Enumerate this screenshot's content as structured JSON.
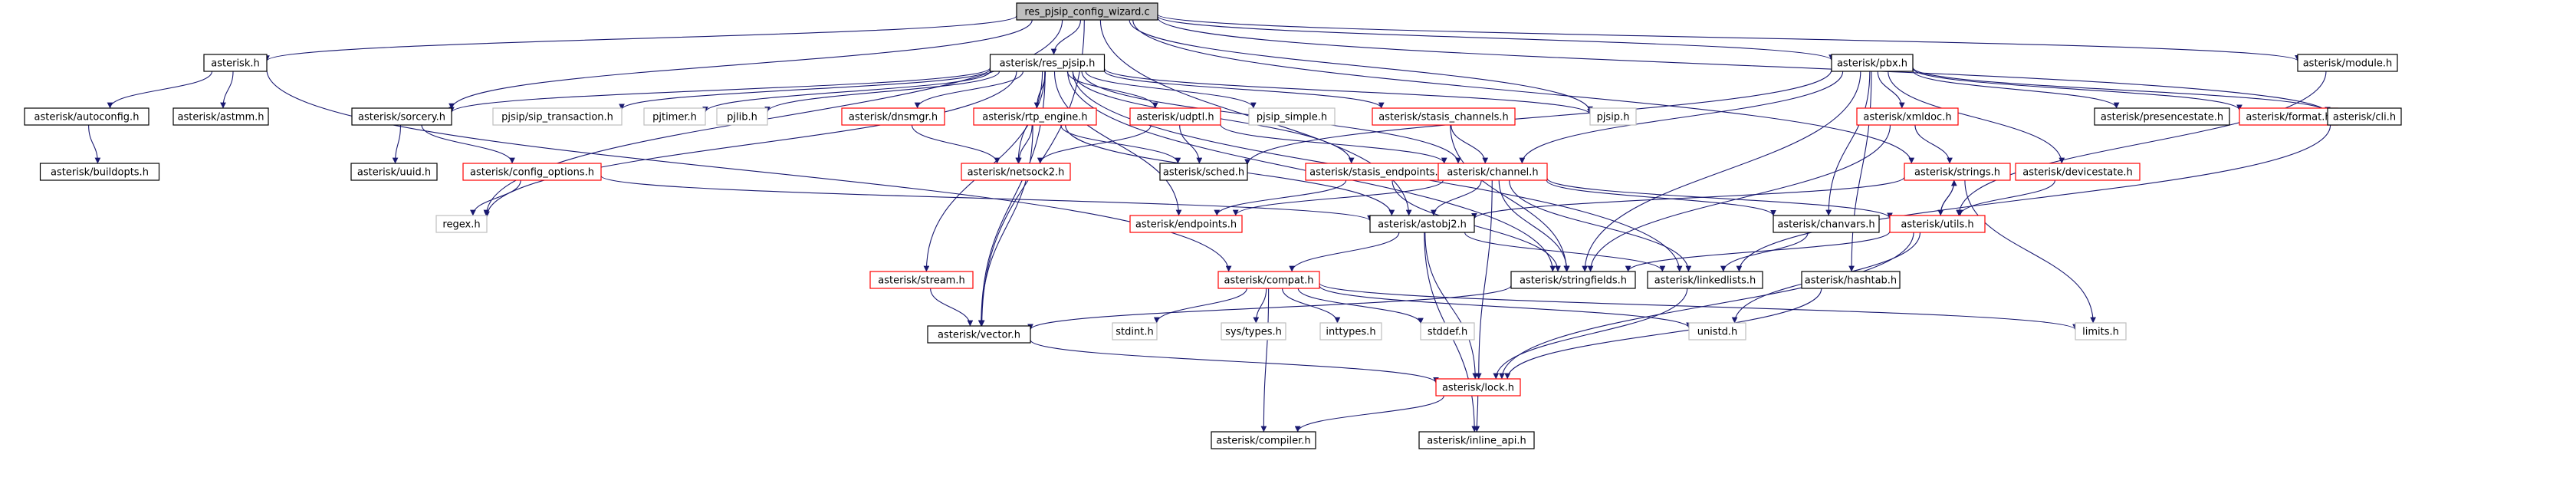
{
  "colors": {
    "edge": "#191970",
    "border_normal": "#000000",
    "border_missing": "#bfbfbf",
    "border_truncated": "#ff0000",
    "root_fill": "#bfbfbf",
    "node_fill": "#ffffff",
    "text_normal": "#000000",
    "text_missing": "#000000"
  },
  "nodes": [
    {
      "id": "root",
      "label": "res_pjsip_config_wizard.c",
      "kind": "root"
    },
    {
      "id": "asterisk_h",
      "label": "asterisk.h",
      "kind": "normal"
    },
    {
      "id": "res_pjsip_h",
      "label": "asterisk/res_pjsip.h",
      "kind": "normal"
    },
    {
      "id": "pbx_h",
      "label": "asterisk/pbx.h",
      "kind": "normal"
    },
    {
      "id": "module_h",
      "label": "asterisk/module.h",
      "kind": "normal"
    },
    {
      "id": "autoconfig_h",
      "label": "asterisk/autoconfig.h",
      "kind": "normal"
    },
    {
      "id": "astmm_h",
      "label": "asterisk/astmm.h",
      "kind": "normal"
    },
    {
      "id": "buildopts_h",
      "label": "asterisk/buildopts.h",
      "kind": "normal"
    },
    {
      "id": "sorcery_h",
      "label": "asterisk/sorcery.h",
      "kind": "normal"
    },
    {
      "id": "pjsip_trans",
      "label": "pjsip/sip_transaction.h",
      "kind": "missing"
    },
    {
      "id": "pjtimer_h",
      "label": "pjtimer.h",
      "kind": "missing"
    },
    {
      "id": "pjlib_h",
      "label": "pjlib.h",
      "kind": "missing"
    },
    {
      "id": "dnsmgr_h",
      "label": "asterisk/dnsmgr.h",
      "kind": "truncated"
    },
    {
      "id": "rtp_engine_h",
      "label": "asterisk/rtp_engine.h",
      "kind": "truncated"
    },
    {
      "id": "udptl_h",
      "label": "asterisk/udptl.h",
      "kind": "truncated"
    },
    {
      "id": "pjsip_simple_h",
      "label": "pjsip_simple.h",
      "kind": "missing"
    },
    {
      "id": "stasis_channels_h",
      "label": "asterisk/stasis_channels.h",
      "kind": "truncated"
    },
    {
      "id": "pjsip_h",
      "label": "pjsip.h",
      "kind": "missing"
    },
    {
      "id": "xmldoc_h",
      "label": "asterisk/xmldoc.h",
      "kind": "truncated"
    },
    {
      "id": "presencestate_h",
      "label": "asterisk/presencestate.h",
      "kind": "normal"
    },
    {
      "id": "format_h",
      "label": "asterisk/format.h",
      "kind": "truncated"
    },
    {
      "id": "cli_h",
      "label": "asterisk/cli.h",
      "kind": "normal"
    },
    {
      "id": "uuid_h",
      "label": "asterisk/uuid.h",
      "kind": "normal"
    },
    {
      "id": "config_options_h",
      "label": "asterisk/config_options.h",
      "kind": "truncated"
    },
    {
      "id": "netsock2_h",
      "label": "asterisk/netsock2.h",
      "kind": "truncated"
    },
    {
      "id": "sched_h",
      "label": "asterisk/sched.h",
      "kind": "normal"
    },
    {
      "id": "stasis_endpoints_h",
      "label": "asterisk/stasis_endpoints.h",
      "kind": "truncated"
    },
    {
      "id": "channel_h",
      "label": "asterisk/channel.h",
      "kind": "truncated"
    },
    {
      "id": "strings_h",
      "label": "asterisk/strings.h",
      "kind": "truncated"
    },
    {
      "id": "devicestate_h",
      "label": "asterisk/devicestate.h",
      "kind": "truncated"
    },
    {
      "id": "regex_h",
      "label": "regex.h",
      "kind": "missing"
    },
    {
      "id": "endpoints_h",
      "label": "asterisk/endpoints.h",
      "kind": "truncated"
    },
    {
      "id": "astobj2_h",
      "label": "asterisk/astobj2.h",
      "kind": "normal"
    },
    {
      "id": "chanvars_h",
      "label": "asterisk/chanvars.h",
      "kind": "normal"
    },
    {
      "id": "utils_h",
      "label": "asterisk/utils.h",
      "kind": "truncated"
    },
    {
      "id": "stream_h",
      "label": "asterisk/stream.h",
      "kind": "truncated"
    },
    {
      "id": "compat_h",
      "label": "asterisk/compat.h",
      "kind": "truncated"
    },
    {
      "id": "stringfields_h",
      "label": "asterisk/stringfields.h",
      "kind": "normal"
    },
    {
      "id": "linkedlists_h",
      "label": "asterisk/linkedlists.h",
      "kind": "normal"
    },
    {
      "id": "hashtab_h",
      "label": "asterisk/hashtab.h",
      "kind": "normal"
    },
    {
      "id": "stdint_h",
      "label": "stdint.h",
      "kind": "missing"
    },
    {
      "id": "systypes_h",
      "label": "sys/types.h",
      "kind": "missing"
    },
    {
      "id": "inttypes_h",
      "label": "inttypes.h",
      "kind": "missing"
    },
    {
      "id": "stddef_h",
      "label": "stddef.h",
      "kind": "missing"
    },
    {
      "id": "unistd_h",
      "label": "unistd.h",
      "kind": "missing"
    },
    {
      "id": "limits_h",
      "label": "limits.h",
      "kind": "missing"
    },
    {
      "id": "vector_h",
      "label": "asterisk/vector.h",
      "kind": "normal"
    },
    {
      "id": "lock_h",
      "label": "asterisk/lock.h",
      "kind": "truncated"
    },
    {
      "id": "compiler_h",
      "label": "asterisk/compiler.h",
      "kind": "normal"
    },
    {
      "id": "inline_api_h",
      "label": "asterisk/inline_api.h",
      "kind": "normal"
    }
  ],
  "edges": [
    [
      "root",
      "asterisk_h"
    ],
    [
      "root",
      "res_pjsip_h"
    ],
    [
      "root",
      "pbx_h"
    ],
    [
      "root",
      "module_h"
    ],
    [
      "root",
      "pjsip_h"
    ],
    [
      "root",
      "sorcery_h"
    ],
    [
      "root",
      "vector_h"
    ],
    [
      "root",
      "regex_h"
    ],
    [
      "root",
      "astobj2_h"
    ],
    [
      "root",
      "cli_h"
    ],
    [
      "root",
      "strings_h"
    ],
    [
      "asterisk_h",
      "autoconfig_h"
    ],
    [
      "asterisk_h",
      "astmm_h"
    ],
    [
      "asterisk_h",
      "compat_h"
    ],
    [
      "autoconfig_h",
      "buildopts_h"
    ],
    [
      "res_pjsip_h",
      "sorcery_h"
    ],
    [
      "res_pjsip_h",
      "pjsip_trans"
    ],
    [
      "res_pjsip_h",
      "pjtimer_h"
    ],
    [
      "res_pjsip_h",
      "pjlib_h"
    ],
    [
      "res_pjsip_h",
      "dnsmgr_h"
    ],
    [
      "res_pjsip_h",
      "rtp_engine_h"
    ],
    [
      "res_pjsip_h",
      "udptl_h"
    ],
    [
      "res_pjsip_h",
      "pjsip_simple_h"
    ],
    [
      "res_pjsip_h",
      "stasis_channels_h"
    ],
    [
      "res_pjsip_h",
      "pjsip_h"
    ],
    [
      "res_pjsip_h",
      "netsock2_h"
    ],
    [
      "res_pjsip_h",
      "stasis_endpoints_h"
    ],
    [
      "res_pjsip_h",
      "channel_h"
    ],
    [
      "res_pjsip_h",
      "endpoints_h"
    ],
    [
      "res_pjsip_h",
      "stream_h"
    ],
    [
      "res_pjsip_h",
      "vector_h"
    ],
    [
      "res_pjsip_h",
      "stringfields_h"
    ],
    [
      "res_pjsip_h",
      "linkedlists_h"
    ],
    [
      "res_pjsip_h",
      "regex_h"
    ],
    [
      "sorcery_h",
      "uuid_h"
    ],
    [
      "sorcery_h",
      "config_options_h"
    ],
    [
      "config_options_h",
      "regex_h"
    ],
    [
      "config_options_h",
      "astobj2_h"
    ],
    [
      "dnsmgr_h",
      "netsock2_h"
    ],
    [
      "rtp_engine_h",
      "netsock2_h"
    ],
    [
      "rtp_engine_h",
      "sched_h"
    ],
    [
      "rtp_engine_h",
      "vector_h"
    ],
    [
      "rtp_engine_h",
      "astobj2_h"
    ],
    [
      "udptl_h",
      "netsock2_h"
    ],
    [
      "udptl_h",
      "sched_h"
    ],
    [
      "udptl_h",
      "channel_h"
    ],
    [
      "stasis_channels_h",
      "channel_h"
    ],
    [
      "stasis_channels_h",
      "stringfields_h"
    ],
    [
      "stasis_endpoints_h",
      "endpoints_h"
    ],
    [
      "stasis_endpoints_h",
      "stringfields_h"
    ],
    [
      "pbx_h",
      "sched_h"
    ],
    [
      "pbx_h",
      "channel_h"
    ],
    [
      "pbx_h",
      "xmldoc_h"
    ],
    [
      "pbx_h",
      "presencestate_h"
    ],
    [
      "pbx_h",
      "format_h"
    ],
    [
      "pbx_h",
      "cli_h"
    ],
    [
      "pbx_h",
      "devicestate_h"
    ],
    [
      "pbx_h",
      "chanvars_h"
    ],
    [
      "pbx_h",
      "hashtab_h"
    ],
    [
      "pbx_h",
      "stringfields_h"
    ],
    [
      "module_h",
      "utils_h"
    ],
    [
      "xmldoc_h",
      "strings_h"
    ],
    [
      "xmldoc_h",
      "stringfields_h"
    ],
    [
      "cli_h",
      "linkedlists_h"
    ],
    [
      "channel_h",
      "endpoints_h"
    ],
    [
      "channel_h",
      "astobj2_h"
    ],
    [
      "channel_h",
      "chanvars_h"
    ],
    [
      "channel_h",
      "utils_h"
    ],
    [
      "channel_h",
      "stringfields_h"
    ],
    [
      "channel_h",
      "linkedlists_h"
    ],
    [
      "channel_h",
      "lock_h"
    ],
    [
      "strings_h",
      "utils_h"
    ],
    [
      "strings_h",
      "astobj2_h"
    ],
    [
      "strings_h",
      "limits_h"
    ],
    [
      "devicestate_h",
      "utils_h"
    ],
    [
      "utils_h",
      "strings_h"
    ],
    [
      "utils_h",
      "unistd_h"
    ],
    [
      "utils_h",
      "lock_h"
    ],
    [
      "utils_h",
      "stringfields_h"
    ],
    [
      "astobj2_h",
      "compat_h"
    ],
    [
      "astobj2_h",
      "linkedlists_h"
    ],
    [
      "astobj2_h",
      "lock_h"
    ],
    [
      "astobj2_h",
      "inline_api_h"
    ],
    [
      "chanvars_h",
      "linkedlists_h"
    ],
    [
      "stream_h",
      "vector_h"
    ],
    [
      "compat_h",
      "compiler_h"
    ],
    [
      "compat_h",
      "stdint_h"
    ],
    [
      "compat_h",
      "systypes_h"
    ],
    [
      "compat_h",
      "inttypes_h"
    ],
    [
      "compat_h",
      "stddef_h"
    ],
    [
      "compat_h",
      "unistd_h"
    ],
    [
      "compat_h",
      "limits_h"
    ],
    [
      "stringfields_h",
      "vector_h"
    ],
    [
      "linkedlists_h",
      "lock_h"
    ],
    [
      "hashtab_h",
      "lock_h"
    ],
    [
      "vector_h",
      "lock_h"
    ],
    [
      "lock_h",
      "compiler_h"
    ],
    [
      "lock_h",
      "inline_api_h"
    ]
  ]
}
